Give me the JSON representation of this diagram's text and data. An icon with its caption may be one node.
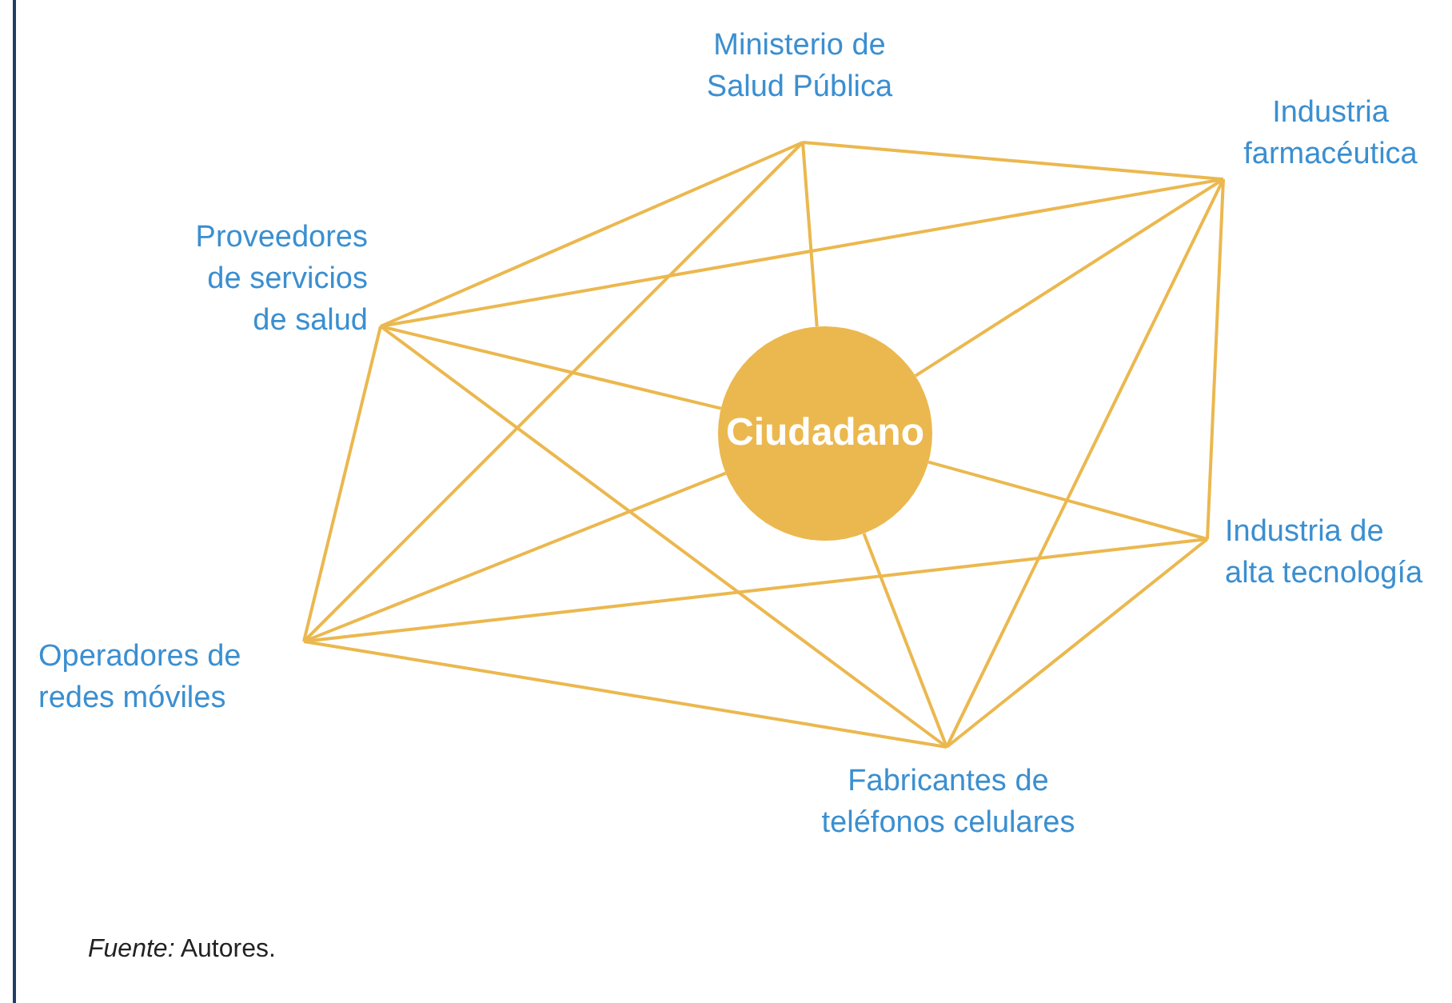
{
  "diagram": {
    "caption": "*Fuente:* Autores.",
    "nodes": [
      {
        "text": [
          "Ministerio de Salud Pública"
        ]
      },
      {
        "text": [
          "Industria farmacéutica"
        ]
      },
      {
        "text": [
          "Proveedores de servicios de salud"
        ]
      },
      {
        "text": [
          "Ciudadano"
        ]
      },
      {
        "text": [
          "Industria de alta tecnología"
        ]
      },
      {
        "text": [
          "Operadores de redes móviles"
        ]
      },
      {
        "text": [
          "Fabricantes de teléfonos celulares"
        ]
      }
    ],
    "edges": [
      {
        "from": 0,
        "to": 1,
        "arrow": "none"
      },
      {
        "from": 0,
        "to": 2,
        "arrow": "none"
      },
      {
        "from": 0,
        "to": 5,
        "arrow": "none"
      },
      {
        "from": 0,
        "to": 3,
        "arrow": "none"
      },
      {
        "from": 1,
        "to": 2,
        "arrow": "none"
      },
      {
        "from": 1,
        "to": 3,
        "arrow": "none"
      },
      {
        "from": 1,
        "to": 4,
        "arrow": "none"
      },
      {
        "from": 1,
        "to": 6,
        "arrow": "none"
      },
      {
        "from": 2,
        "to": 3,
        "arrow": "none"
      },
      {
        "from": 2,
        "to": 5,
        "arrow": "none"
      },
      {
        "from": 2,
        "to": 6,
        "arrow": "none"
      },
      {
        "from": 5,
        "to": 3,
        "arrow": "none"
      },
      {
        "from": 5,
        "to": 4,
        "arrow": "none"
      },
      {
        "from": 5,
        "to": 6,
        "arrow": "none"
      },
      {
        "from": 6,
        "to": 3,
        "arrow": "none"
      },
      {
        "from": 6,
        "to": 4,
        "arrow": "none"
      },
      {
        "from": 4,
        "to": 3,
        "arrow": "none"
      }
    ]
  }
}
